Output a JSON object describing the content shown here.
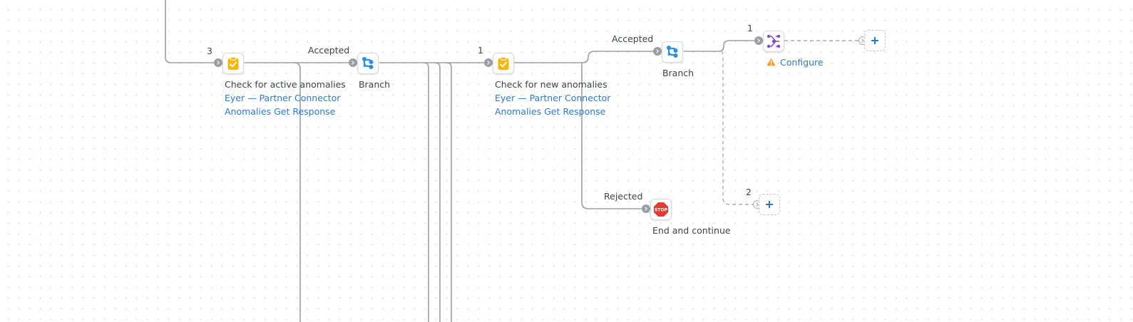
{
  "canvas": {
    "nodes": {
      "check_active": {
        "index": "3",
        "title": "Check for active anomalies",
        "connector": "Eyer — Partner Connector",
        "operation": "Anomalies Get Response",
        "icon": "clipboard-check-icon"
      },
      "branch_1": {
        "incoming_label": "Accepted",
        "title": "Branch",
        "icon": "branch-icon"
      },
      "check_new": {
        "index": "1",
        "title": "Check for new anomalies",
        "connector": "Eyer — Partner Connector",
        "operation": "Anomalies Get Response",
        "icon": "clipboard-check-icon"
      },
      "branch_2": {
        "incoming_label": "Accepted",
        "title": "Branch",
        "icon": "branch-icon"
      },
      "configure": {
        "index": "1",
        "title": "Configure",
        "icon": "workflow-icon",
        "status": "warning"
      },
      "end_continue": {
        "incoming_label": "Rejected",
        "title": "End and continue",
        "icon": "stop-sign-icon",
        "icon_text": "STOP"
      },
      "add_branch_2": {
        "index": "2"
      }
    },
    "colors": {
      "link": "#2a79cf",
      "edge": "#9a9ea4",
      "clipboard": "#f5b800",
      "branch": "#2a8fe3",
      "workflow": "#7e4fc6",
      "stop": "#e23b33",
      "warning": "#f0a020"
    }
  }
}
